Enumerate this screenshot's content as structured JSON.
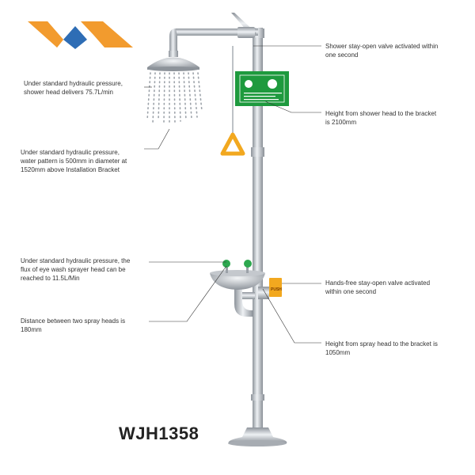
{
  "brand": {
    "logo_colors": {
      "orange": "#F29B2E",
      "blue": "#2E6DB5"
    }
  },
  "model": "WJH1358",
  "product": {
    "steel_color": "#B9BEC4",
    "sign_color": "#1E9A3E",
    "handle_color": "#F2A81F",
    "valve_color": "#2DA84F"
  },
  "annotations": {
    "shower_valve": "Shower stay-open valve activated within\none second",
    "shower_flow": "Under standard hydraulic pressure,\nshower head delivers 75.7L/min",
    "shower_height": "Height from shower head to the bracket\nis 2100mm",
    "water_pattern": "Under standard hydraulic pressure,\nwater pattern is 500mm in diameter at\n1520mm above Installation Bracket",
    "eyewash_flux": "Under standard hydraulic pressure, the\nflux of eye wash sprayer head can be\nreached to 11.5L/Min",
    "eyewash_valve": "Hands-free stay-open valve activated\nwithin one second",
    "spray_distance": "Distance between two spray heads is\n180mm",
    "spray_height": "Height from spray head to the bracket is\n1050mm"
  },
  "push_label": "PUSH"
}
